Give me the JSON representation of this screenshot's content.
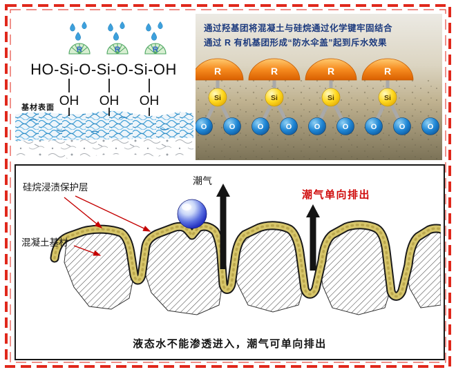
{
  "figure": {
    "top_left": {
      "formula": "HO-Si-O-Si-O-Si-OH",
      "hydroxyl": "OH",
      "r_group": "R",
      "substrate_surface_label": "基材表面"
    },
    "top_right": {
      "caption_line1": "通过羟基团将混凝土与硅烷通过化学键牢固结合",
      "caption_line2": "通过 R 有机基团形成“防水伞盖”起到斥水效果",
      "r_group": "R",
      "silicon": "Si",
      "oxygen": "O"
    },
    "bottom": {
      "protective_layer_label": "硅烷浸渍保护层",
      "moisture_label": "潮气",
      "one_way_out_label": "潮气单向排出",
      "substrate_label": "混凝土基材",
      "caption": "液态水不能渗透进入，潮气可单向排出"
    }
  },
  "colors": {
    "border_red": "#e0281c",
    "leader_red": "#c40000",
    "one_way_text_red": "#cf0a0a",
    "dome_orange": "#f68b1f",
    "si_yellow": "#ffd81e",
    "o_blue": "#1f86d4",
    "umbrella_green": "#49a35e",
    "droplet_blue": "#3da0dc",
    "coating_khaki": "#d7c66b",
    "moisture_ball_blue": "#2330c0"
  }
}
